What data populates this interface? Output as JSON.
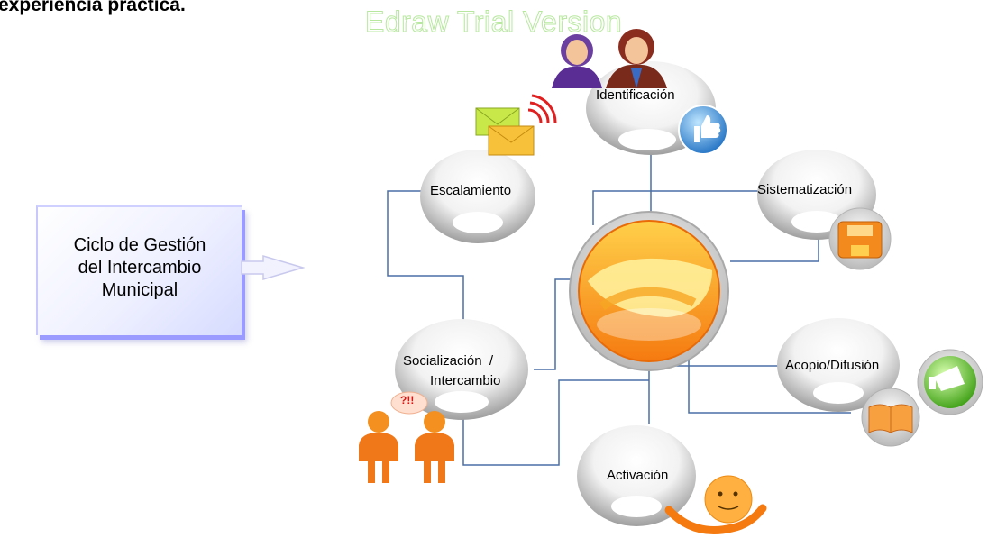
{
  "heading": "experiencia práctica.",
  "watermark": "Edraw Trial Version",
  "callout": {
    "line1": "Ciclo de Gestión",
    "line2": "del Intercambio",
    "line3": "Municipal"
  },
  "nodes": {
    "identificacion": "Identificación",
    "escalamiento": "Escalamiento",
    "sistematizacion": "Sistematización",
    "socializacion_line1": "Socialización  /",
    "socializacion_line2": "Intercambio",
    "acopio": "Acopio/Difusión",
    "activacion": "Activación"
  },
  "speech_bubble": "?!!",
  "icons": [
    "users-icon",
    "email-icon",
    "thumbs-up-icon",
    "floppy-disk-icon",
    "megaphone-icon",
    "book-icon",
    "people-icon",
    "smiley-icon",
    "handshake-icon"
  ],
  "colors": {
    "connector": "#4a6fa5",
    "node_gray": "#c2c2c2",
    "accent_orange": "#f7941d"
  }
}
